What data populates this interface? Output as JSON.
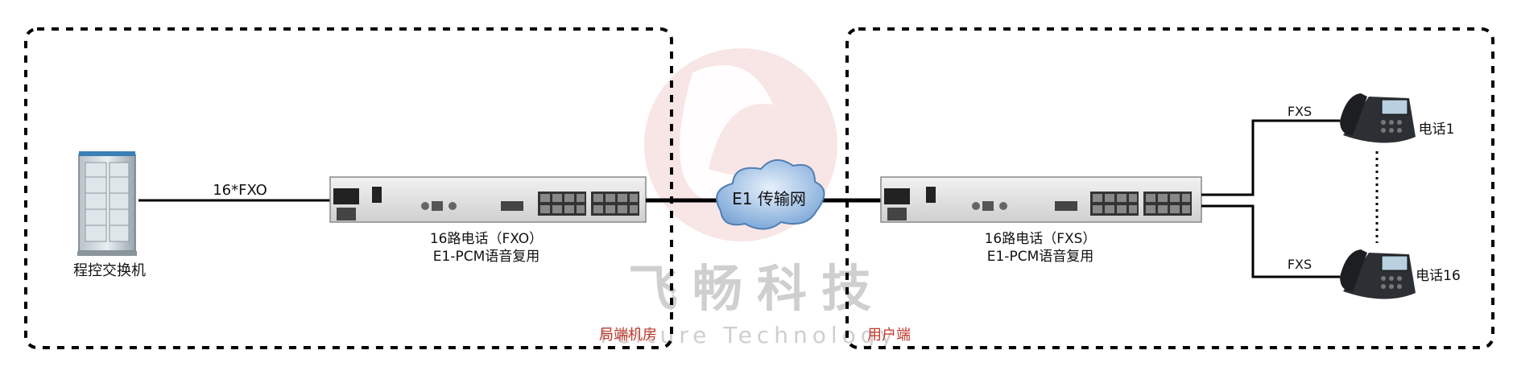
{
  "zones": {
    "left_label": "局端机房",
    "right_label": "用户端"
  },
  "exchange": {
    "label": "程控交换机"
  },
  "link_fxo": {
    "label": "16*FXO"
  },
  "device_left": {
    "line1": "16路电话（FXO）",
    "line2": "E1-PCM语音复用"
  },
  "cloud": {
    "label": "E1 传输网"
  },
  "device_right": {
    "line1": "16路电话（FXS）",
    "line2": "E1-PCM语音复用"
  },
  "fxs_top": {
    "label": "FXS"
  },
  "fxs_bottom": {
    "label": "FXS"
  },
  "phone_top": {
    "label": "电话1"
  },
  "phone_bottom": {
    "label": "电话16"
  },
  "watermark": {
    "cn": "飞畅科技",
    "en": "Feiture Technology"
  },
  "colors": {
    "zone_label": "#c0392b",
    "cloud": "#7fa8d6",
    "line": "#111111"
  }
}
